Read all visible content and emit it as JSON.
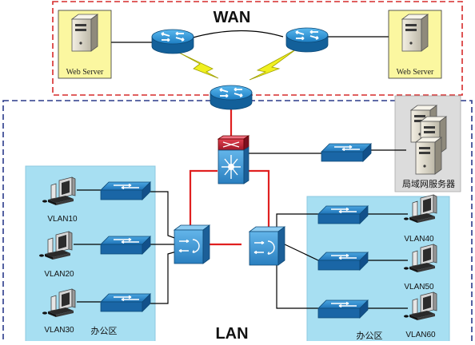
{
  "wan": {
    "title": "WAN",
    "web_server_left": "Web Server",
    "web_server_right": "Web Server"
  },
  "lan": {
    "title": "LAN",
    "server_cluster_label": "局域网服务器",
    "office_left_label": "办公区",
    "office_right_label": "办公区",
    "vlans": {
      "vlan10": "VLAN10",
      "vlan20": "VLAN20",
      "vlan30": "VLAN30",
      "vlan40": "VLAN40",
      "vlan50": "VLAN50",
      "vlan60": "VLAN60"
    }
  },
  "colors": {
    "wan_border": "#d62a2a",
    "lan_border": "#2a3a8a",
    "office_fill": "#a7dff2",
    "router_blue": "#1e7fc4",
    "red_link": "#e02020",
    "serial_link": "#f0f020"
  },
  "icons": [
    "router-icon",
    "switch-icon",
    "multilayer-switch-icon",
    "server-icon",
    "pc-icon"
  ]
}
